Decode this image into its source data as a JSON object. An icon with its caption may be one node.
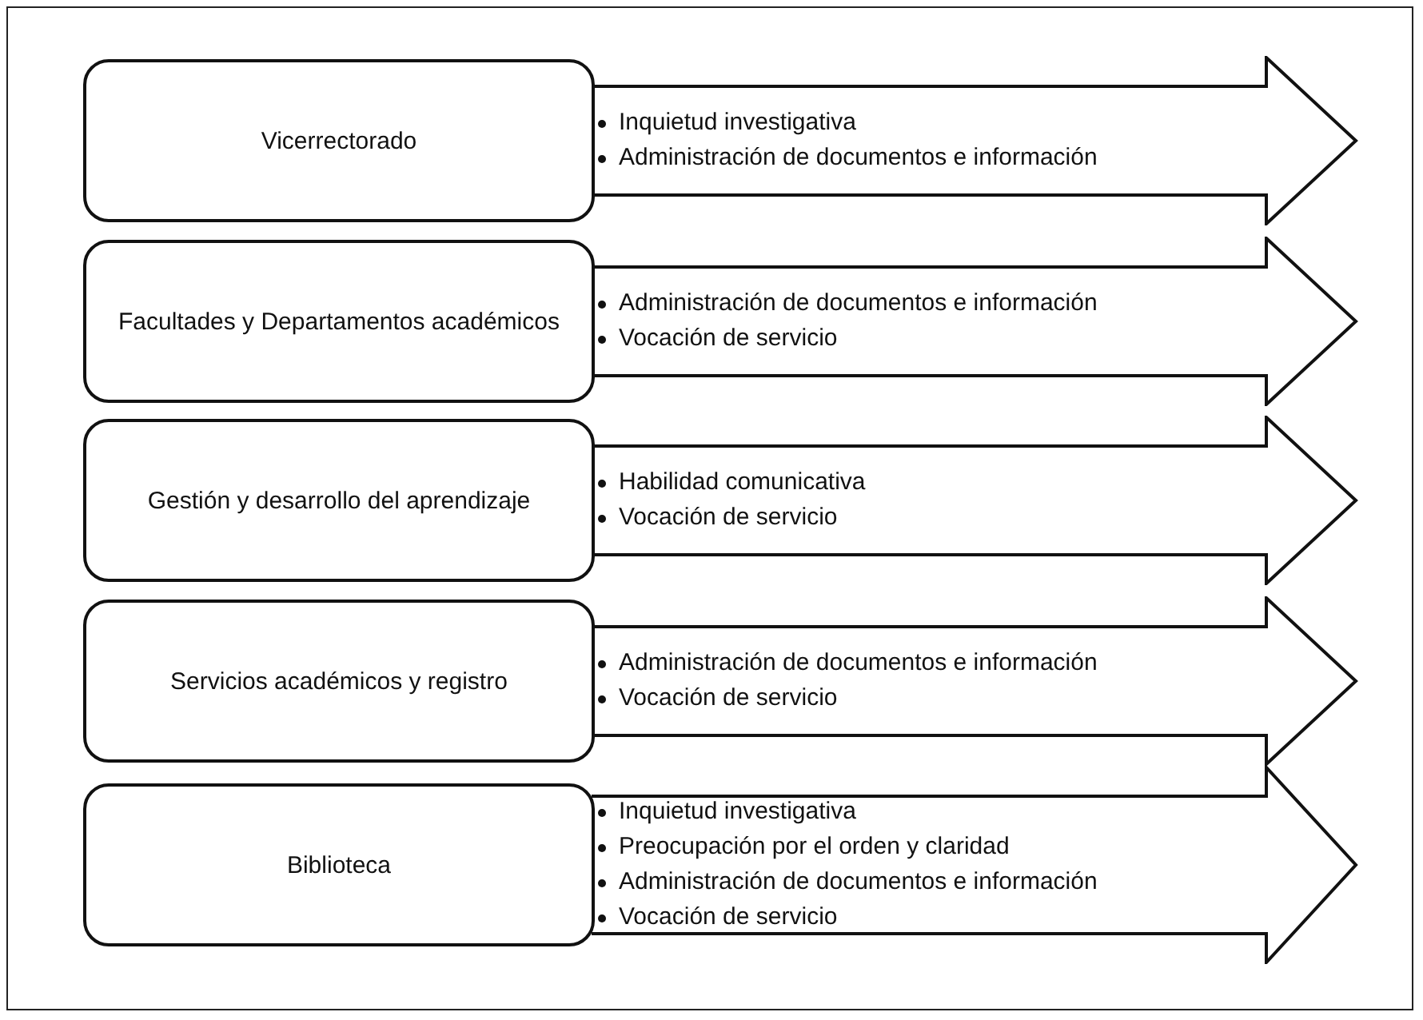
{
  "diagram": {
    "nodes": [
      {
        "text": [
          "Vicerrectorado"
        ]
      },
      {
        "text": [
          "Inquietud investigativa",
          "Administración de documentos e información"
        ]
      },
      {
        "text": [
          "Facultades y Departamentos académicos"
        ]
      },
      {
        "text": [
          "Administración de documentos e información",
          "Vocación de servicio"
        ]
      },
      {
        "text": [
          "Gestión y desarrollo del aprendizaje"
        ]
      },
      {
        "text": [
          "Habilidad comunicativa",
          "Vocación de servicio"
        ]
      },
      {
        "text": [
          "Servicios académicos y registro"
        ]
      },
      {
        "text": [
          "Administración de documentos e información",
          "Vocación de servicio"
        ]
      },
      {
        "text": [
          "Biblioteca"
        ]
      },
      {
        "text": [
          "Inquietud investigativa",
          "Preocupación por el orden y claridad",
          "Administración de documentos e información",
          "Vocación de servicio"
        ]
      }
    ]
  }
}
